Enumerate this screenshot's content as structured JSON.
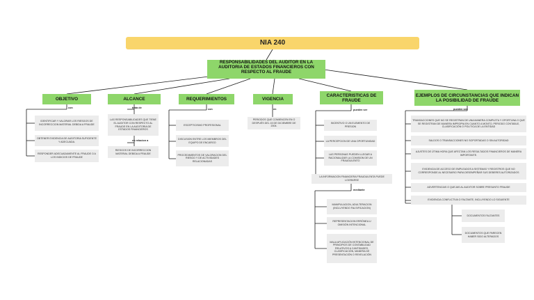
{
  "title": "NIA 240",
  "subtitle": "RESPONSABILIDADES DEL AUDITOR EN LA AUDITORIA DE ESTADOS FINANCIEROS CON RESPECTO AL FRAUDE",
  "categories": {
    "objetivo": "OBJETIVO",
    "alcance": "ALCANCE",
    "requerimientos": "REQUERIMIENTOS",
    "vigencia": "VIGENCIA",
    "caracteristicas": "CARACTERISTICAS DE FRAUDE",
    "ejemplos": "EJEMPLOS DE CIRCUNSTANCIAS QUE INDICAN LA POSIBILIDAD DE FRAUDE"
  },
  "connectors": {
    "con": "con",
    "trata_de": "trata de",
    "en_relacion_a": "en relacion a",
    "en": "en",
    "pueden_ser": "pueden ser",
    "mediante": "mediante"
  },
  "objetivo_items": [
    "IDENTIFICAR Y VALORAR LOS RIESGOS DE INCORRECCION MATERIAL DEBIDA A FRAUDE",
    "OBTENER EVIDENCIA DE AUDITORIA SUFICIENTE Y ADECUADA.",
    "RESPONDER ADECUADAMENTE AL FRAUDE O A LOS INDICIOS DE FRAUDE"
  ],
  "alcance_items": [
    "LAS RESPONSABILIDADES QUE TIENE EL AUDITOR CON RESPECTO AL FRAUDE EN LA AUDITORIA DE ESTADOS FINANCIEROS",
    "RIESGOS DE INCORRECCION MATERIAL DEBIDA A FRAUDE"
  ],
  "requerimientos_items": [
    "ESCEPTICISMO PROFESIONAL",
    "DISCUSION ENTRE LOS MIEMBROS DEL EQUIPO DE ENCARGO",
    "PROCEDIMIENTOS DE VALORACION DEL RIESGO Y DE ACTIVIDADES RELACIONADAS"
  ],
  "vigencia_items": [
    "PERIODOS QUE COMIENCEN EN O DESPUÉS DEL 15 DE DICIEMBRE DE 2004."
  ],
  "caracteristicas_items": [
    "INCENTIVO O UN ELEMENTO DE PRESION",
    "LA PERCEPCION DE UNA OPORTUNIDAD",
    "LAS PERSONAS PUEDEN LLEGAR A RACIONALIZAR LA COMISION DE UN FRAUDULENTO"
  ],
  "info_financiera": "LA INFORMACION FINANCIERA FRAUDULENTA PUEDE LOGRARSE",
  "mediante_items": [
    "MANIPULACION, ADULTERACION (INCLUYENDO FALSIFICACION)",
    "REPRESENTACION ERRÓNEA U OMISIÓN INTENCIONAL",
    "MALA APLICACIÓN INTENCIONAL DE PRINCIPIOS DE CONTABILIDAD RELATIVOS A CANTIDADES, CLASIFICACIÓN, MANERA DE PRESENTACIÓN O REVELACIÓN"
  ],
  "ejemplos_items": [
    "TRANSACCIONES QUE NO SE REGISTRAN DE UNA MANERA COMPLETA Y OPORTUNA O QUE SE REGISTRAN DE MANERA IMPROPIA EN CUANTO A MONTO, PERIODO CONTABLE, CLASIFICACIÓN O POLITICA DE LA ENTIDAD",
    "SALDOS O TRANSACCIONES NO SOPORTADAS O SIN AUTORIDAD",
    "AJUSTES DE ÚTIMA HORA QUE AFECTAN LOS RESULTADOS FINANCIEROS DE MANERA IMPORTANTE.",
    "EVIDENCIA DE ACCESO DE EMPLEADOS A SISTEMAS Y REGISTROS QUE NO CORRESPONDE AL NECESARIO PARA DESEMPEÑAR SUS DEBERES AUTORIZADOS",
    "ADVERTENCIAS O QUEJAS AL AUDITOR SOBRE PRESUNTO FRAUDE",
    "EVIDENCIA CONFLICTIVA O FALTANTE, INCLUYENDO LO SIGUIENTE"
  ],
  "evidencia_items": [
    "DOCUMENTOS FALTANTES",
    "DOCUMENTOS QUE PARECEN HABER SIDO ALTERADOS"
  ]
}
